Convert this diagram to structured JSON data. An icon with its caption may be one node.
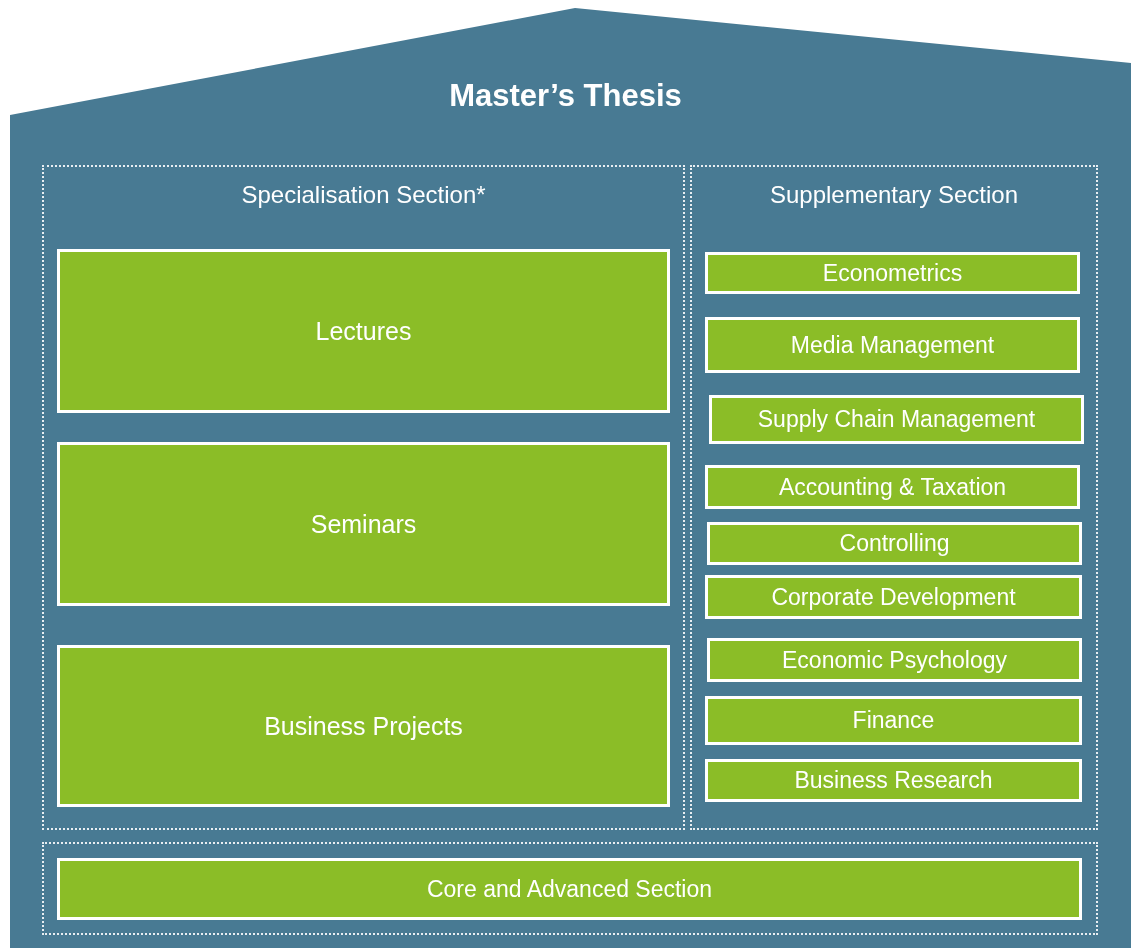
{
  "diagram": {
    "nodes": [
      {
        "text": [
          "Master’s Thesis"
        ]
      },
      {
        "text": [
          "Specialisation Section*"
        ],
        "in": 0
      },
      {
        "text": [
          "Lectures"
        ],
        "in": 1
      },
      {
        "text": [
          "Seminars"
        ],
        "in": 1
      },
      {
        "text": [
          "Business Projects"
        ],
        "in": 1
      },
      {
        "text": [
          "Supplementary Section"
        ],
        "in": 0
      },
      {
        "text": [
          "Econometrics"
        ],
        "in": 5
      },
      {
        "text": [
          "Media Management"
        ],
        "in": 5
      },
      {
        "text": [
          "Supply Chain Management"
        ],
        "in": 5
      },
      {
        "text": [
          "Accounting & Taxation"
        ],
        "in": 5
      },
      {
        "text": [
          "Controlling"
        ],
        "in": 5
      },
      {
        "text": [
          "Corporate Development"
        ],
        "in": 5
      },
      {
        "text": [
          "Economic Psychology"
        ],
        "in": 5
      },
      {
        "text": [
          "Finance"
        ],
        "in": 5
      },
      {
        "text": [
          "Business Research"
        ],
        "in": 5
      },
      {
        "text": [],
        "shape": "box",
        "in": 0
      },
      {
        "text": [
          "Core and Advanced Section"
        ],
        "in": 15
      }
    ]
  }
}
